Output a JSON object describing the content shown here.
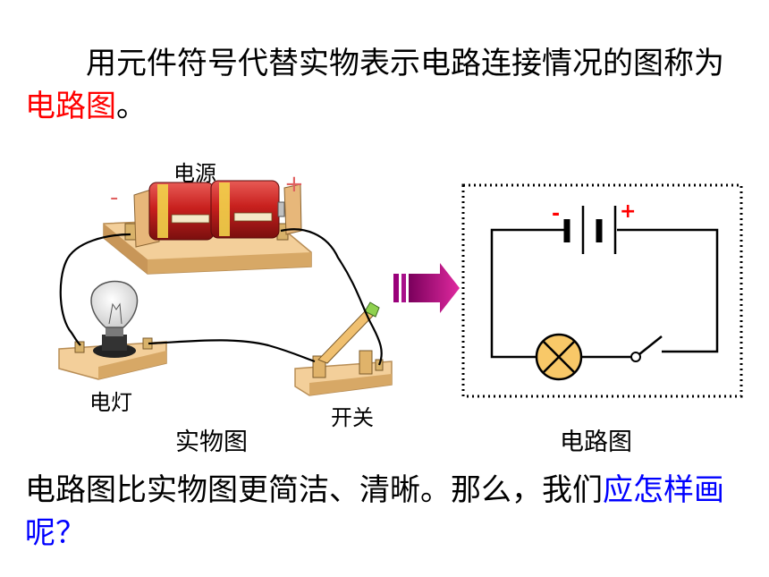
{
  "intro": {
    "text_before": "用元件符号代替实物表示电路连接情况的图称为",
    "highlight": "电路图",
    "text_after": "。"
  },
  "physical": {
    "label_power": "电源",
    "label_lamp": "电灯",
    "label_switch": "开关",
    "minus_sign": "-",
    "plus_sign": "+",
    "caption": "实物图"
  },
  "schematic": {
    "minus_sign": "-",
    "plus_sign": "+",
    "caption": "电路图"
  },
  "closing": {
    "text_main": "电路图比实物图更简洁、清晰。那么，我们",
    "text_blue": "应怎样画呢？"
  },
  "colors": {
    "highlight_red": "#ff0000",
    "question_blue": "#0000ff",
    "arrow_magenta": "#cc0099",
    "battery_red": "#c8201e",
    "board_wood": "#f3cf9a"
  }
}
